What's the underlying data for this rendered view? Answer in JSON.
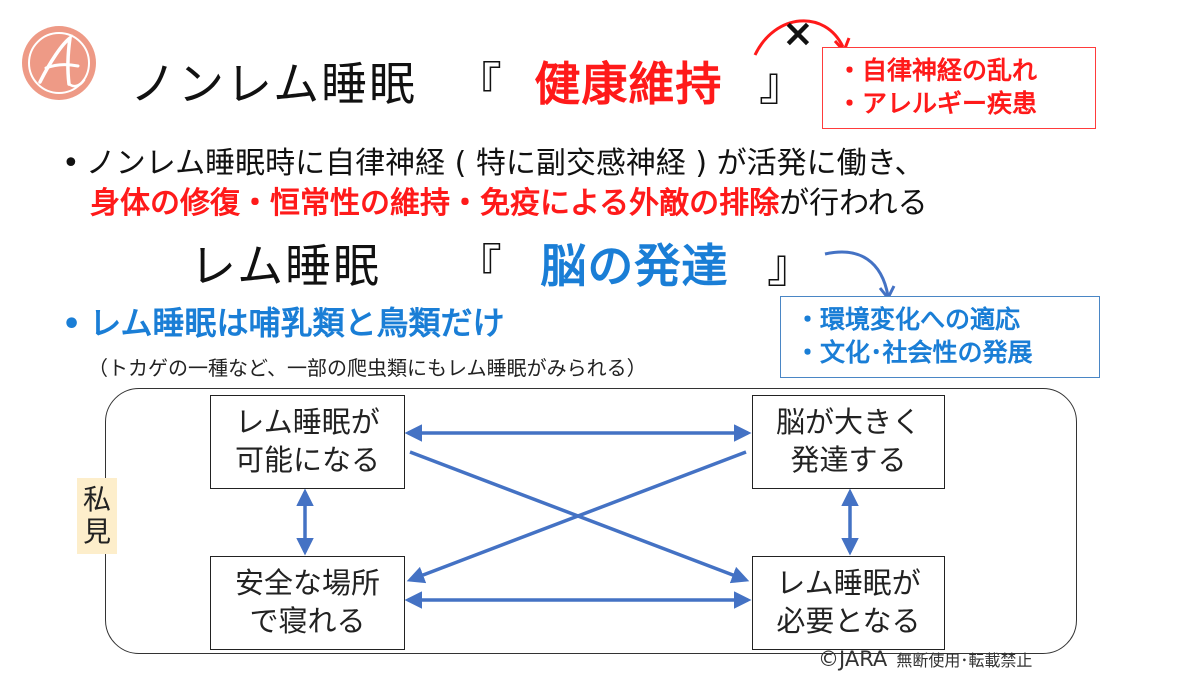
{
  "header": {
    "title_prefix": "ノンレム睡眠",
    "bracket_open": "『",
    "title_emphasis": "健康維持",
    "bracket_close": "』",
    "cross_mark": "×"
  },
  "callout_red": {
    "item1": "・自律神経の乱れ",
    "item2": "・アレルギー疾患"
  },
  "bullet1": {
    "marker": "•",
    "line1": "ノンレム睡眠時に自律神経 ( 特に副交感神経 ) が活発に働き、",
    "line2_red": "身体の修復・恒常性の維持・免疫による外敵の排除",
    "line2_tail": "が行われる"
  },
  "header2": {
    "title_prefix": "レム睡眠",
    "bracket_open": "『",
    "title_emphasis": "脳の発達",
    "bracket_close": "』"
  },
  "bullet2": {
    "marker": "•",
    "text": "レム睡眠は哺乳類と鳥類だけ",
    "note": "（トカゲの一種など、一部の爬虫類にもレム睡眠がみられる）"
  },
  "callout_blue": {
    "item1": "・環境変化への適応",
    "item2": "・文化･社会性の発展"
  },
  "diagram": {
    "side_label_line1": "私",
    "side_label_line2": "見",
    "box_tl": {
      "line1": "レム睡眠が",
      "line2": "可能になる"
    },
    "box_tr": {
      "line1": "脳が大きく",
      "line2": "発達する"
    },
    "box_bl": {
      "line1": "安全な場所",
      "line2": "で寝れる"
    },
    "box_br": {
      "line1": "レム睡眠が",
      "line2": "必要となる"
    }
  },
  "footer": {
    "copyright": "©JARA",
    "notice": "無断使用･転載禁止"
  },
  "colors": {
    "red": "#ff1a1a",
    "blue": "#1a7ed6",
    "arrow_blue": "#4472c4",
    "label_bg": "#fdeecb"
  },
  "icons": {
    "logo": "script-a-circle-logo"
  }
}
